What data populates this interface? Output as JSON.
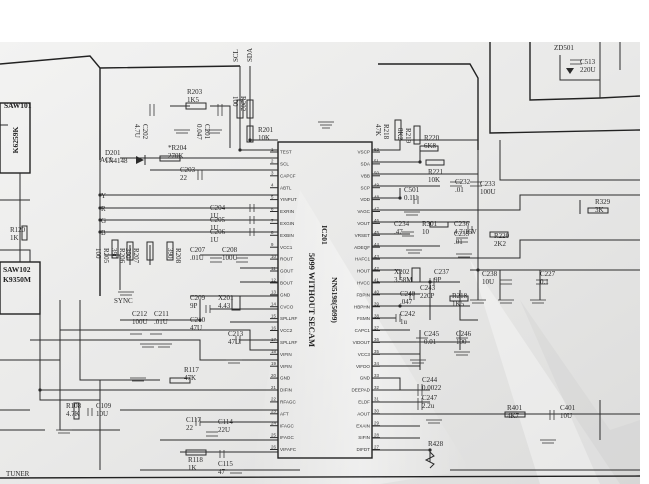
{
  "ic": {
    "ref": "IC201",
    "part": "NN5198(5099)",
    "title": "5099 WITHOUT SECAM",
    "left_pins": [
      {
        "no": "1",
        "name": "TEST"
      },
      {
        "no": "2",
        "name": "SCL"
      },
      {
        "no": "3",
        "name": "CAPCF"
      },
      {
        "no": "4",
        "name": "ABTL"
      },
      {
        "no": "5",
        "name": "YINPUT"
      },
      {
        "no": "6",
        "name": "EXRIN"
      },
      {
        "no": "7",
        "name": "EXGIN"
      },
      {
        "no": "8",
        "name": "EXBIN"
      },
      {
        "no": "9",
        "name": "VCC1"
      },
      {
        "no": "10",
        "name": "ROUT"
      },
      {
        "no": "11",
        "name": "GOUT"
      },
      {
        "no": "12",
        "name": "BOUT"
      },
      {
        "no": "13",
        "name": "GND"
      },
      {
        "no": "14",
        "name": "CVCO"
      },
      {
        "no": "15",
        "name": "SPLLRF"
      },
      {
        "no": "16",
        "name": "VCC2"
      },
      {
        "no": "17",
        "name": "SPLLRF"
      },
      {
        "no": "18",
        "name": "VIFIN"
      },
      {
        "no": "19",
        "name": "VIFIN"
      },
      {
        "no": "20",
        "name": "GND"
      },
      {
        "no": "21",
        "name": "DIFIN"
      },
      {
        "no": "22",
        "name": "RFAGC"
      },
      {
        "no": "23",
        "name": "AFT"
      },
      {
        "no": "24",
        "name": "IFAGC"
      },
      {
        "no": "25",
        "name": "IFAGC"
      },
      {
        "no": "26",
        "name": "VIFAFC"
      }
    ],
    "right_pins": [
      {
        "no": "52",
        "name": "VSCP"
      },
      {
        "no": "51",
        "name": "SDA"
      },
      {
        "no": "50",
        "name": "VBB"
      },
      {
        "no": "49",
        "name": "SCP"
      },
      {
        "no": "48",
        "name": "VDD"
      },
      {
        "no": "47",
        "name": "VAGC"
      },
      {
        "no": "46",
        "name": "VOUT"
      },
      {
        "no": "45",
        "name": "VRSET"
      },
      {
        "no": "44",
        "name": "ADEQF"
      },
      {
        "no": "43",
        "name": "HAFC1"
      },
      {
        "no": "42",
        "name": "HOUT"
      },
      {
        "no": "41",
        "name": "HVCC"
      },
      {
        "no": "40",
        "name": "FBPIN"
      },
      {
        "no": "39",
        "name": "HBPHN"
      },
      {
        "no": "38",
        "name": "FSMN"
      },
      {
        "no": "37",
        "name": "CAPC1"
      },
      {
        "no": "36",
        "name": "VIDOUT"
      },
      {
        "no": "35",
        "name": "VCC3"
      },
      {
        "no": "34",
        "name": "VIFDO"
      },
      {
        "no": "33",
        "name": "GND"
      },
      {
        "no": "32",
        "name": "DEEPAD"
      },
      {
        "no": "31",
        "name": "ELDF"
      },
      {
        "no": "30",
        "name": "AOUT"
      },
      {
        "no": "29",
        "name": "EXAIN"
      },
      {
        "no": "28",
        "name": "SIFIN"
      },
      {
        "no": "27",
        "name": "DIFDT"
      }
    ]
  },
  "top_labels": {
    "scl": "SCL",
    "sda": "SDA",
    "rgb_y": "Y",
    "rgb_r": "R",
    "rgb_g": "G",
    "rgb_b": "B",
    "tuner": "TUNER",
    "sync": "SYNC",
    "acl": "ACL"
  },
  "saw": [
    {
      "ref": "SAW101",
      "part": "K6259K"
    },
    {
      "ref": "SAW102",
      "part": "K9350M"
    }
  ],
  "components": [
    {
      "ref": "R203",
      "value": "1K5"
    },
    {
      "ref": "C202",
      "value": "4.7U"
    },
    {
      "ref": "C201",
      "value": "0.047"
    },
    {
      "ref": "R202",
      "value": "100"
    },
    {
      "ref": "R201",
      "value": "10K"
    },
    {
      "ref": "R218",
      "value": "47K"
    },
    {
      "ref": "R219",
      "value": "8K2"
    },
    {
      "ref": "D201",
      "value": "1N4148"
    },
    {
      "ref": "*R204",
      "value": "270K"
    },
    {
      "ref": "C203",
      "value": "22"
    },
    {
      "ref": "C204",
      "value": "1U"
    },
    {
      "ref": "C205",
      "value": "1U"
    },
    {
      "ref": "C206",
      "value": "1U"
    },
    {
      "ref": "R205",
      "value": "100"
    },
    {
      "ref": "R206",
      "value": "390"
    },
    {
      "ref": "R207",
      "value": "390"
    },
    {
      "ref": "R208",
      "value": "390"
    },
    {
      "ref": "C207",
      "value": ".01U"
    },
    {
      "ref": "C208",
      "value": "100U"
    },
    {
      "ref": "C209",
      "value": "9P"
    },
    {
      "ref": "X201",
      "value": "4.43"
    },
    {
      "ref": "C210",
      "value": "47U"
    },
    {
      "ref": "C212",
      "value": "100U"
    },
    {
      "ref": "C211",
      "value": ".01U"
    },
    {
      "ref": "C213",
      "value": "47U"
    },
    {
      "ref": "R117",
      "value": "47K"
    },
    {
      "ref": "R108",
      "value": "4.7K"
    },
    {
      "ref": "C109",
      "value": "10U"
    },
    {
      "ref": "C117",
      "value": "22"
    },
    {
      "ref": "C114",
      "value": "22U"
    },
    {
      "ref": "R118",
      "value": "1K"
    },
    {
      "ref": "C115",
      "value": "47"
    },
    {
      "ref": "R120",
      "value": "1K"
    },
    {
      "ref": "R220",
      "value": "6K8"
    },
    {
      "ref": "R221",
      "value": "10K"
    },
    {
      "ref": "C232",
      "value": ".01"
    },
    {
      "ref": "C233",
      "value": "100U"
    },
    {
      "ref": "C501",
      "value": "0.1U"
    },
    {
      "ref": "R329",
      "value": "3K"
    },
    {
      "ref": "C234",
      "value": ".47"
    },
    {
      "ref": "R301",
      "value": "10"
    },
    {
      "ref": "C235",
      "value": ".01"
    },
    {
      "ref": "C236",
      "value": "4.7/16V"
    },
    {
      "ref": "R220",
      "value": "2K2"
    },
    {
      "ref": "X202",
      "value": "3.58M"
    },
    {
      "ref": "C237",
      "value": "9P"
    },
    {
      "ref": "C243",
      "value": "220P"
    },
    {
      "ref": "C240",
      "value": ".047"
    },
    {
      "ref": "R218",
      "value": "1K5"
    },
    {
      "ref": "C242",
      "value": "1u"
    },
    {
      "ref": "C238",
      "value": "10U"
    },
    {
      "ref": "C227",
      "value": "0.1"
    },
    {
      "ref": "C245",
      "value": "0.01"
    },
    {
      "ref": "C246",
      "value": "100"
    },
    {
      "ref": "C244",
      "value": "0.0022"
    },
    {
      "ref": "C247",
      "value": "2.2u"
    },
    {
      "ref": "R401",
      "value": "4K7"
    },
    {
      "ref": "C401",
      "value": "10U"
    },
    {
      "ref": "R428",
      "value": ""
    },
    {
      "ref": "ZD501",
      "value": ""
    },
    {
      "ref": "C513",
      "value": "220U"
    }
  ],
  "colors": {
    "paper": "#ededec",
    "ink": "#2b2b2b",
    "shadow": "#bdbdbd"
  }
}
